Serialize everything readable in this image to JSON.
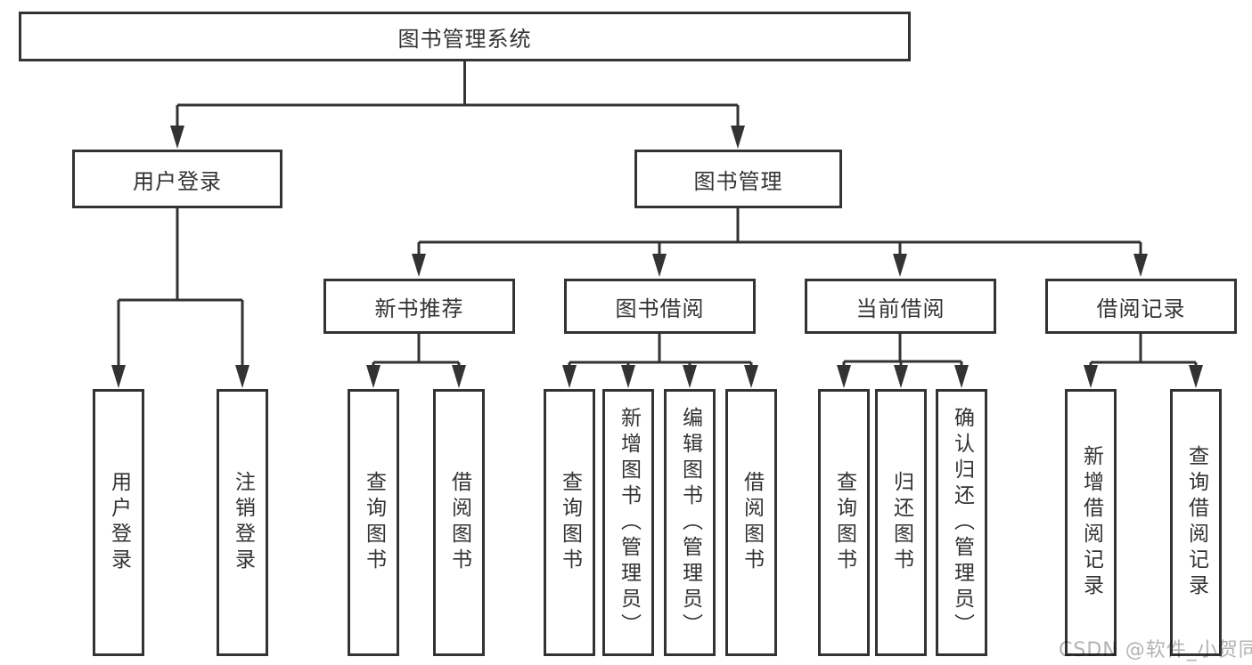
{
  "watermark": {
    "text": "CSDN @软件_小贺同学"
  },
  "colors": {
    "line": "#333333",
    "text": "#333333",
    "watermark": "#b3b3b3",
    "background": "#ffffff"
  },
  "tree": {
    "root": "图书管理系统",
    "branches": [
      {
        "label": "用户登录",
        "children": [
          "用户登录",
          "注销登录"
        ]
      },
      {
        "label": "图书管理",
        "sections": [
          {
            "label": "新书推荐",
            "children": [
              "查询图书",
              "借阅图书"
            ]
          },
          {
            "label": "图书借阅",
            "children": [
              "查询图书",
              "新增图书（管理员）",
              "编辑图书（管理员）",
              "借阅图书"
            ]
          },
          {
            "label": "当前借阅",
            "children": [
              "查询图书",
              "归还图书",
              "确认归还（管理员）"
            ]
          },
          {
            "label": "借阅记录",
            "children": [
              "新增借阅记录",
              "查询借阅记录"
            ]
          }
        ]
      }
    ]
  }
}
